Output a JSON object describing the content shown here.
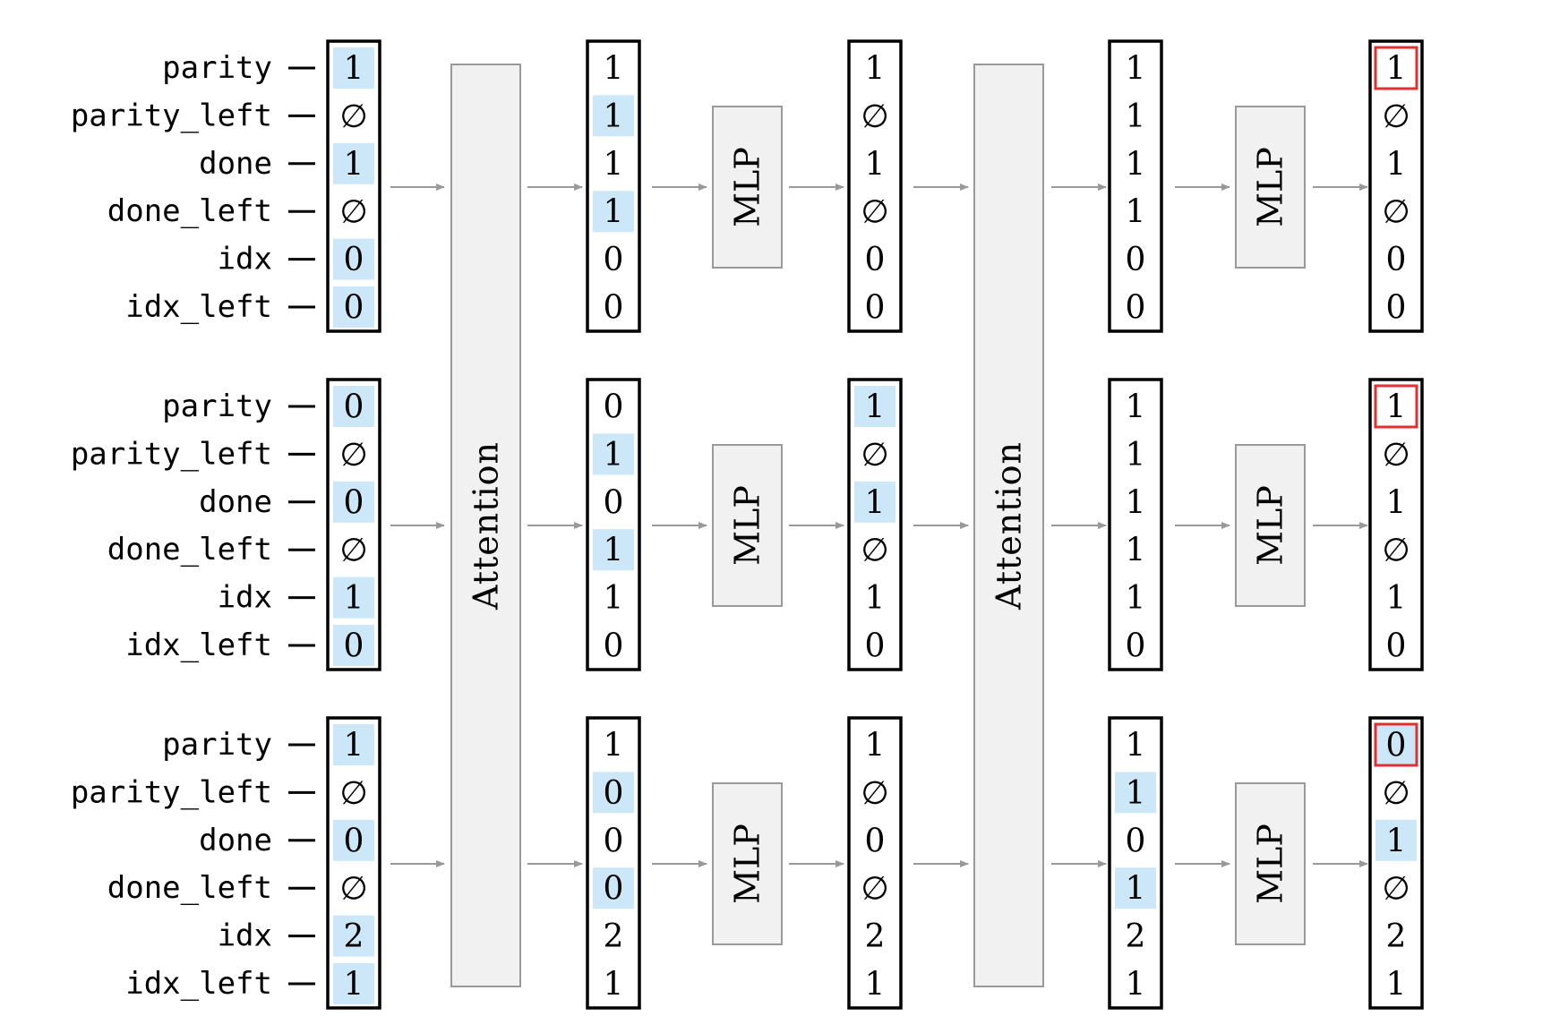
{
  "labels": [
    "parity",
    "parity_left",
    "done",
    "done_left",
    "idx",
    "idx_left"
  ],
  "block_labels": {
    "attention": "Attention",
    "mlp": "MLP"
  },
  "colors": {
    "highlight": "#cce7f7",
    "block_fill": "#f1f1f1",
    "block_stroke": "#999999",
    "arrow": "#999999",
    "output_box": "#e03030",
    "vector_border": "#000000"
  },
  "stages": [
    {
      "name": "input",
      "rows": [
        {
          "values": [
            "1",
            "∅",
            "1",
            "∅",
            "0",
            "0"
          ],
          "highlight": [
            0,
            2,
            4,
            5
          ]
        },
        {
          "values": [
            "0",
            "∅",
            "0",
            "∅",
            "1",
            "0"
          ],
          "highlight": [
            0,
            2,
            4,
            5
          ]
        },
        {
          "values": [
            "1",
            "∅",
            "0",
            "∅",
            "2",
            "1"
          ],
          "highlight": [
            0,
            2,
            4,
            5
          ]
        }
      ]
    },
    {
      "name": "after-attention-1",
      "rows": [
        {
          "values": [
            "1",
            "1",
            "1",
            "1",
            "0",
            "0"
          ],
          "highlight": [
            1,
            3
          ]
        },
        {
          "values": [
            "0",
            "1",
            "0",
            "1",
            "1",
            "0"
          ],
          "highlight": [
            1,
            3
          ]
        },
        {
          "values": [
            "1",
            "0",
            "0",
            "0",
            "2",
            "1"
          ],
          "highlight": [
            1,
            3
          ]
        }
      ]
    },
    {
      "name": "after-mlp-1",
      "rows": [
        {
          "values": [
            "1",
            "∅",
            "1",
            "∅",
            "0",
            "0"
          ],
          "highlight": []
        },
        {
          "values": [
            "1",
            "∅",
            "1",
            "∅",
            "1",
            "0"
          ],
          "highlight": [
            0,
            2
          ]
        },
        {
          "values": [
            "1",
            "∅",
            "0",
            "∅",
            "2",
            "1"
          ],
          "highlight": []
        }
      ]
    },
    {
      "name": "after-attention-2",
      "rows": [
        {
          "values": [
            "1",
            "1",
            "1",
            "1",
            "0",
            "0"
          ],
          "highlight": []
        },
        {
          "values": [
            "1",
            "1",
            "1",
            "1",
            "1",
            "0"
          ],
          "highlight": []
        },
        {
          "values": [
            "1",
            "1",
            "0",
            "1",
            "2",
            "1"
          ],
          "highlight": [
            1,
            3
          ]
        }
      ]
    },
    {
      "name": "output",
      "rows": [
        {
          "values": [
            "1",
            "∅",
            "1",
            "∅",
            "0",
            "0"
          ],
          "highlight": [],
          "boxed": [
            0
          ]
        },
        {
          "values": [
            "1",
            "∅",
            "1",
            "∅",
            "1",
            "0"
          ],
          "highlight": [],
          "boxed": [
            0
          ]
        },
        {
          "values": [
            "0",
            "∅",
            "1",
            "∅",
            "2",
            "1"
          ],
          "highlight": [
            0,
            2
          ],
          "boxed": [
            0
          ]
        }
      ]
    }
  ]
}
